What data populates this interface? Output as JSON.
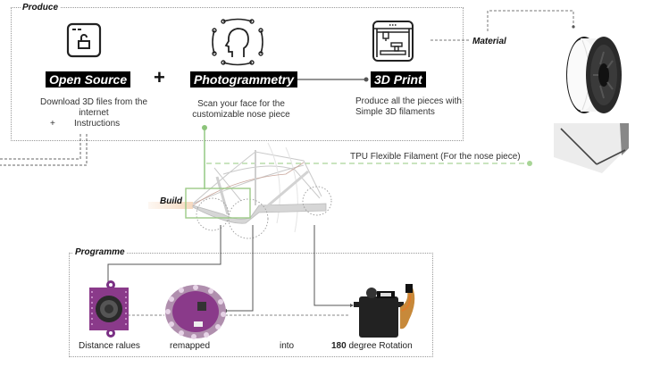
{
  "produce": {
    "label": "Produce",
    "steps": [
      {
        "title": "Open Source",
        "icon": "unlock-window-icon",
        "desc_line1": "Download 3D files from the",
        "desc_line2": "internet",
        "extra_plus": "+",
        "extra_text": "Instructions"
      },
      {
        "title": "Photogrammetry",
        "icon": "face-scan-icon",
        "desc_line1": "Scan your face for the",
        "desc_line2": "customizable  nose piece"
      },
      {
        "title": "3D Print",
        "icon": "3d-printer-icon",
        "desc_line1": "Produce all the pieces with",
        "desc_line2": "Simple 3D filaments"
      }
    ],
    "plus_symbol": "+"
  },
  "material": {
    "label": "Material",
    "items": [
      {
        "name": "filament-spool",
        "icon": "filament-spool-icon"
      },
      {
        "name": "tpu-sheet",
        "icon": "tpu-sheet-icon"
      }
    ],
    "tpu_label": "TPU Flexible Filament (For the nose piece)"
  },
  "build": {
    "label": "Build"
  },
  "programme": {
    "label": "Programme",
    "items": [
      {
        "caption": "Distance ralues",
        "icon": "ultrasonic-sensor-icon"
      },
      {
        "caption": "remapped",
        "icon": "lilypad-board-icon"
      },
      {
        "caption": "into",
        "icon": ""
      },
      {
        "caption_bold": "180",
        "caption": " degree Rotation",
        "icon": "servo-motor-icon"
      }
    ]
  },
  "colors": {
    "accent_green": "#8cc47a",
    "build_highlight": "#f6d9bf",
    "board_purple": "#8a3a8a",
    "servo_black": "#222222"
  }
}
